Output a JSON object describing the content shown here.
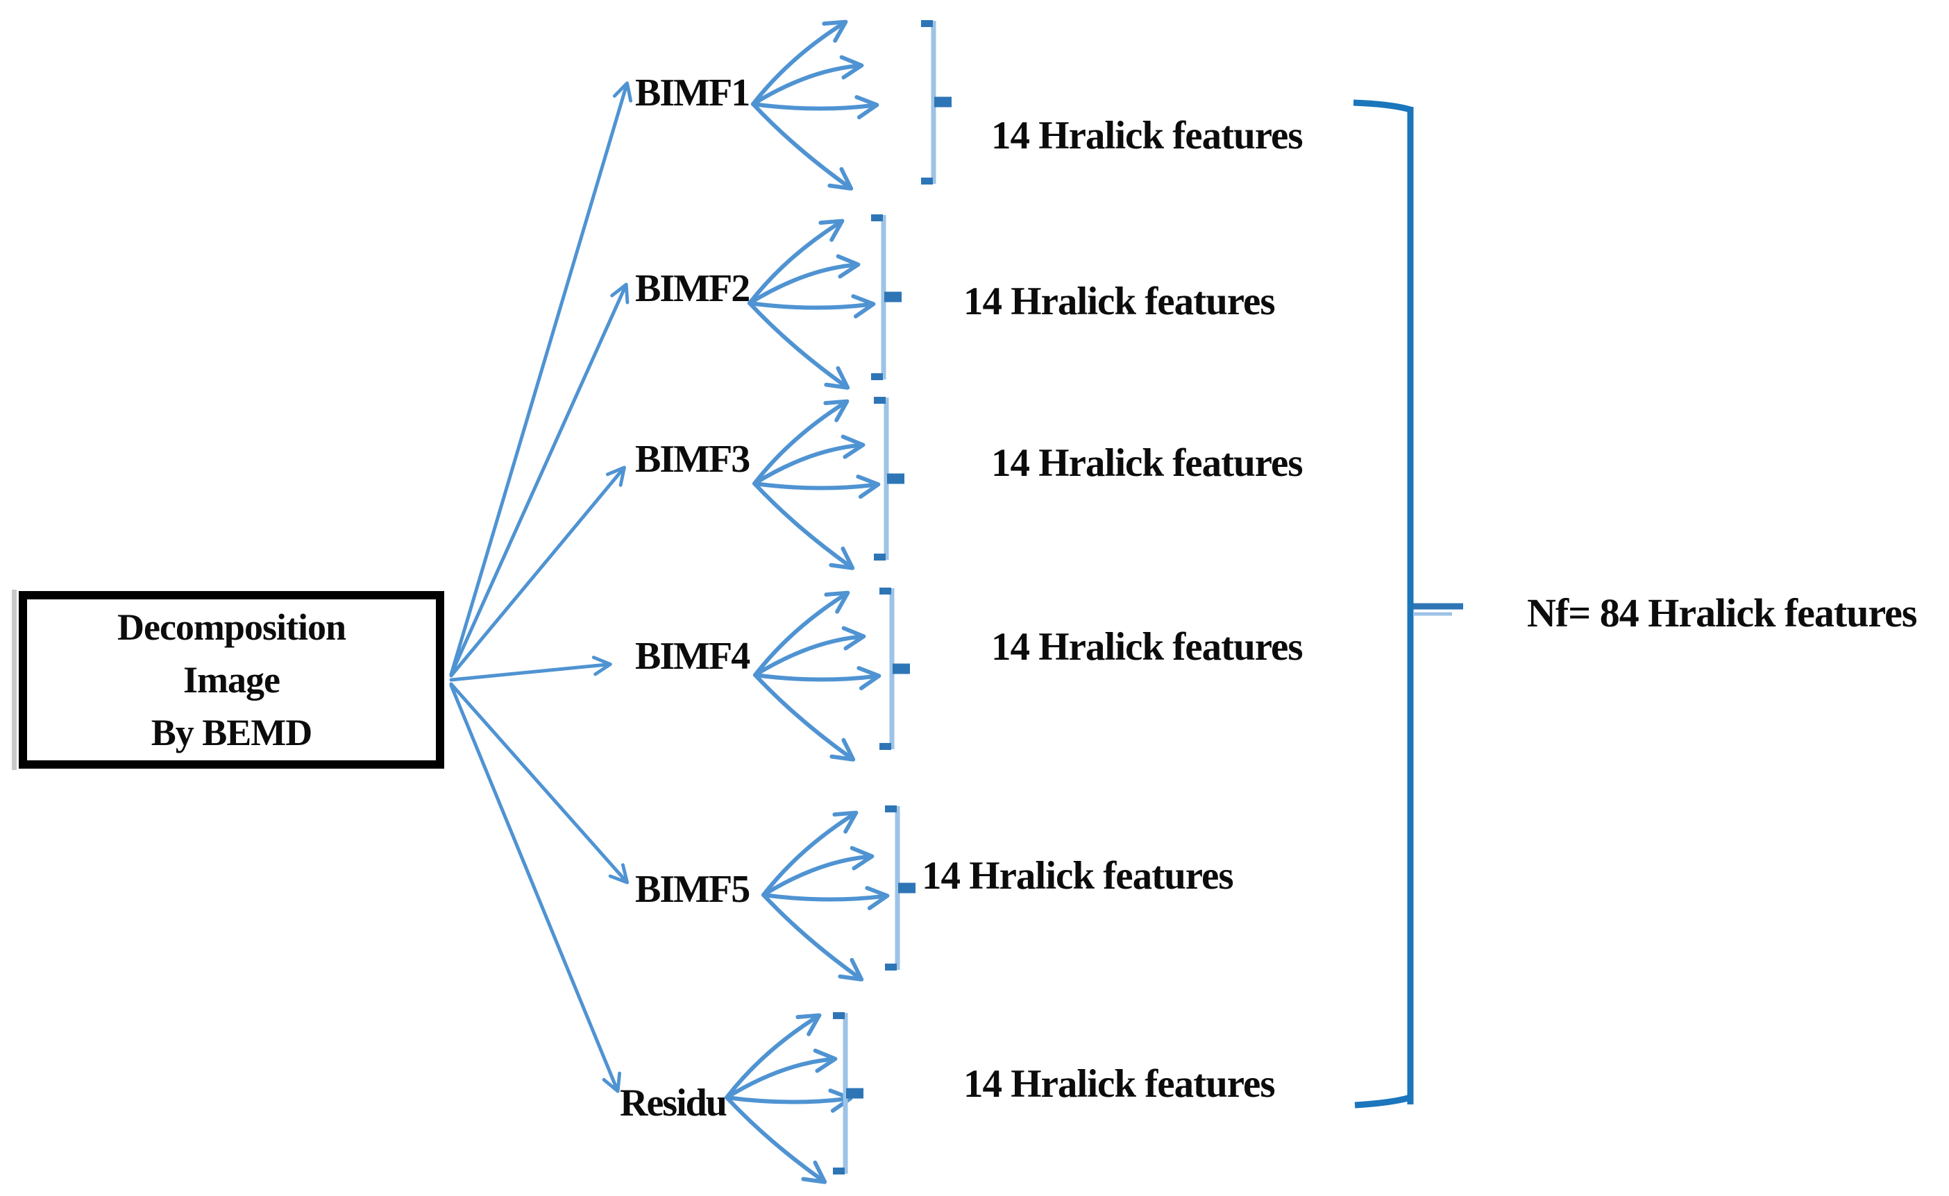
{
  "diagram": {
    "source_box": {
      "lines": [
        "Decomposition",
        "Image",
        "By BEMD"
      ]
    },
    "rows": [
      {
        "label": "BIMF1",
        "features": "14 Hralick features"
      },
      {
        "label": "BIMF2",
        "features": "14 Hralick features"
      },
      {
        "label": "BIMF3",
        "features": "14 Hralick features"
      },
      {
        "label": "BIMF4",
        "features": "14 Hralick features"
      },
      {
        "label": "BIMF5",
        "features": "14 Hralick features"
      },
      {
        "label": "Residu",
        "features": "14 Hralick features"
      }
    ],
    "total_label": "Nf= 84 Hralick features"
  },
  "colors": {
    "arrow-blue": "#4f93d2",
    "bracket-light": "#9dc3e6",
    "bracket-dark": "#2e75b6",
    "big-bracket": "#1b76bc",
    "text-color": "#0c0c0c",
    "box-border": "#000000"
  }
}
